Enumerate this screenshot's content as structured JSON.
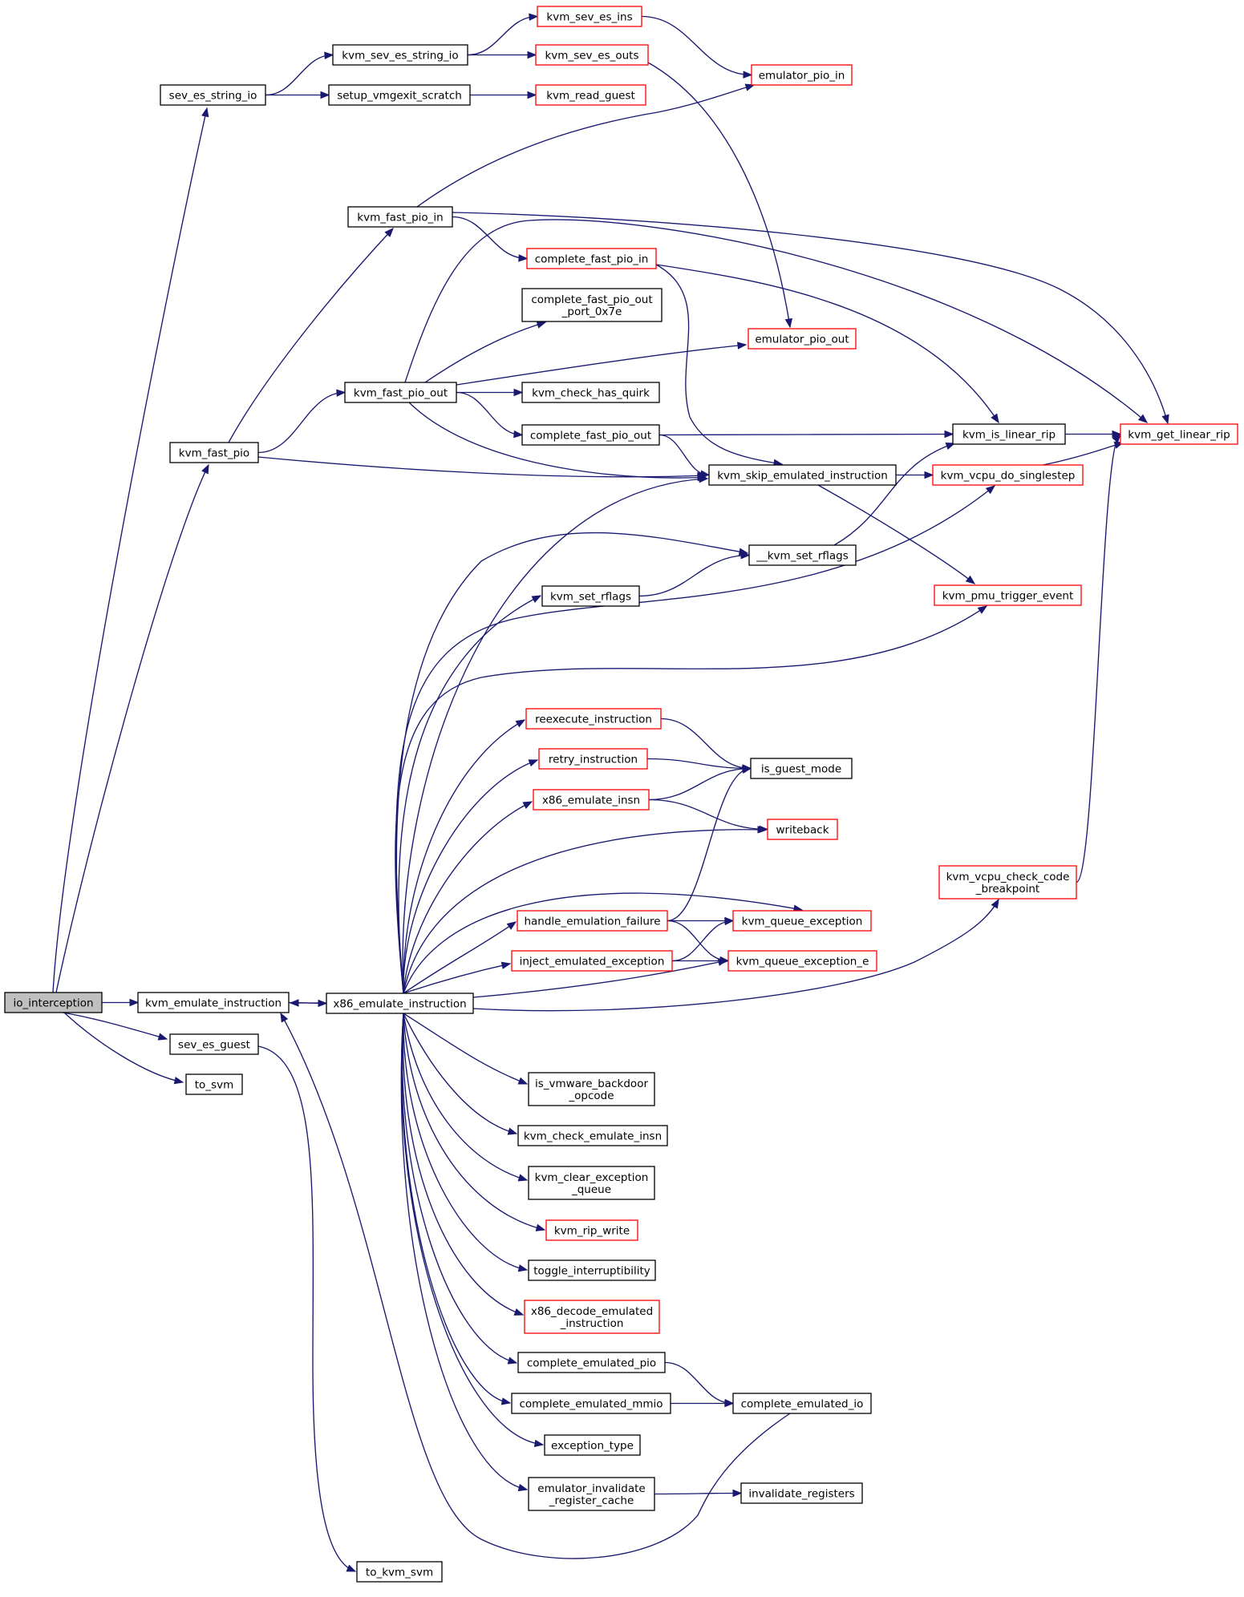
{
  "graph": {
    "colors": {
      "edge": "#191970",
      "link_border": "#000000",
      "undocumented_border": "#ff0000",
      "root_fill": "#bfbfbf"
    },
    "nodes": [
      {
        "id": "io_interception",
        "lines": [
          "io_interception"
        ],
        "style": "root"
      },
      {
        "id": "sev_es_string_io",
        "lines": [
          "sev_es_string_io"
        ],
        "style": "normal"
      },
      {
        "id": "kvm_fast_pio",
        "lines": [
          "kvm_fast_pio"
        ],
        "style": "normal"
      },
      {
        "id": "kvm_emulate_instruction",
        "lines": [
          "kvm_emulate_instruction"
        ],
        "style": "normal"
      },
      {
        "id": "sev_es_guest",
        "lines": [
          "sev_es_guest"
        ],
        "style": "normal"
      },
      {
        "id": "to_svm",
        "lines": [
          "to_svm"
        ],
        "style": "normal"
      },
      {
        "id": "kvm_sev_es_string_io",
        "lines": [
          "kvm_sev_es_string_io"
        ],
        "style": "normal"
      },
      {
        "id": "setup_vmgexit_scratch",
        "lines": [
          "setup_vmgexit_scratch"
        ],
        "style": "normal"
      },
      {
        "id": "kvm_sev_es_ins",
        "lines": [
          "kvm_sev_es_ins"
        ],
        "style": "red"
      },
      {
        "id": "kvm_sev_es_outs",
        "lines": [
          "kvm_sev_es_outs"
        ],
        "style": "red"
      },
      {
        "id": "kvm_read_guest",
        "lines": [
          "kvm_read_guest"
        ],
        "style": "red"
      },
      {
        "id": "emulator_pio_in",
        "lines": [
          "emulator_pio_in"
        ],
        "style": "red"
      },
      {
        "id": "kvm_fast_pio_in",
        "lines": [
          "kvm_fast_pio_in"
        ],
        "style": "normal"
      },
      {
        "id": "kvm_fast_pio_out",
        "lines": [
          "kvm_fast_pio_out"
        ],
        "style": "normal"
      },
      {
        "id": "complete_fast_pio_in",
        "lines": [
          "complete_fast_pio_in"
        ],
        "style": "red"
      },
      {
        "id": "complete_fast_pio_out_port_0x7e",
        "lines": [
          "complete_fast_pio_out",
          "_port_0x7e"
        ],
        "style": "normal"
      },
      {
        "id": "emulator_pio_out",
        "lines": [
          "emulator_pio_out"
        ],
        "style": "red"
      },
      {
        "id": "kvm_check_has_quirk",
        "lines": [
          "kvm_check_has_quirk"
        ],
        "style": "normal"
      },
      {
        "id": "complete_fast_pio_out",
        "lines": [
          "complete_fast_pio_out"
        ],
        "style": "normal"
      },
      {
        "id": "kvm_skip_emulated_instruction",
        "lines": [
          "kvm_skip_emulated_instruction"
        ],
        "style": "normal"
      },
      {
        "id": "kvm_is_linear_rip",
        "lines": [
          "kvm_is_linear_rip"
        ],
        "style": "normal"
      },
      {
        "id": "kvm_get_linear_rip",
        "lines": [
          "kvm_get_linear_rip"
        ],
        "style": "red"
      },
      {
        "id": "kvm_vcpu_do_singlestep",
        "lines": [
          "kvm_vcpu_do_singlestep"
        ],
        "style": "red"
      },
      {
        "id": "__kvm_set_rflags",
        "lines": [
          "__kvm_set_rflags"
        ],
        "style": "normal"
      },
      {
        "id": "kvm_set_rflags",
        "lines": [
          "kvm_set_rflags"
        ],
        "style": "normal"
      },
      {
        "id": "kvm_pmu_trigger_event",
        "lines": [
          "kvm_pmu_trigger_event"
        ],
        "style": "red"
      },
      {
        "id": "reexecute_instruction",
        "lines": [
          "reexecute_instruction"
        ],
        "style": "red"
      },
      {
        "id": "retry_instruction",
        "lines": [
          "retry_instruction"
        ],
        "style": "red"
      },
      {
        "id": "x86_emulate_insn",
        "lines": [
          "x86_emulate_insn"
        ],
        "style": "red"
      },
      {
        "id": "is_guest_mode",
        "lines": [
          "is_guest_mode"
        ],
        "style": "normal"
      },
      {
        "id": "writeback",
        "lines": [
          "writeback"
        ],
        "style": "red"
      },
      {
        "id": "kvm_vcpu_check_code_breakpoint",
        "lines": [
          "kvm_vcpu_check_code",
          "_breakpoint"
        ],
        "style": "red"
      },
      {
        "id": "handle_emulation_failure",
        "lines": [
          "handle_emulation_failure"
        ],
        "style": "red"
      },
      {
        "id": "kvm_queue_exception",
        "lines": [
          "kvm_queue_exception"
        ],
        "style": "red"
      },
      {
        "id": "inject_emulated_exception",
        "lines": [
          "inject_emulated_exception"
        ],
        "style": "red"
      },
      {
        "id": "kvm_queue_exception_e",
        "lines": [
          "kvm_queue_exception_e"
        ],
        "style": "red"
      },
      {
        "id": "x86_emulate_instruction",
        "lines": [
          "x86_emulate_instruction"
        ],
        "style": "normal"
      },
      {
        "id": "is_vmware_backdoor_opcode",
        "lines": [
          "is_vmware_backdoor",
          "_opcode"
        ],
        "style": "normal"
      },
      {
        "id": "kvm_check_emulate_insn",
        "lines": [
          "kvm_check_emulate_insn"
        ],
        "style": "normal"
      },
      {
        "id": "kvm_clear_exception_queue",
        "lines": [
          "kvm_clear_exception",
          "_queue"
        ],
        "style": "normal"
      },
      {
        "id": "kvm_rip_write",
        "lines": [
          "kvm_rip_write"
        ],
        "style": "red"
      },
      {
        "id": "toggle_interruptibility",
        "lines": [
          "toggle_interruptibility"
        ],
        "style": "normal"
      },
      {
        "id": "x86_decode_emulated_instruction",
        "lines": [
          "x86_decode_emulated",
          "_instruction"
        ],
        "style": "red"
      },
      {
        "id": "complete_emulated_pio",
        "lines": [
          "complete_emulated_pio"
        ],
        "style": "normal"
      },
      {
        "id": "complete_emulated_mmio",
        "lines": [
          "complete_emulated_mmio"
        ],
        "style": "normal"
      },
      {
        "id": "complete_emulated_io",
        "lines": [
          "complete_emulated_io"
        ],
        "style": "normal"
      },
      {
        "id": "exception_type",
        "lines": [
          "exception_type"
        ],
        "style": "normal"
      },
      {
        "id": "emulator_invalidate_register_cache",
        "lines": [
          "emulator_invalidate",
          "_register_cache"
        ],
        "style": "normal"
      },
      {
        "id": "invalidate_registers",
        "lines": [
          "invalidate_registers"
        ],
        "style": "normal"
      },
      {
        "id": "to_kvm_svm",
        "lines": [
          "to_kvm_svm"
        ],
        "style": "normal"
      }
    ],
    "edges": [
      [
        "io_interception",
        "sev_es_string_io"
      ],
      [
        "io_interception",
        "kvm_fast_pio"
      ],
      [
        "io_interception",
        "kvm_emulate_instruction"
      ],
      [
        "io_interception",
        "sev_es_guest"
      ],
      [
        "io_interception",
        "to_svm"
      ],
      [
        "sev_es_string_io",
        "kvm_sev_es_string_io"
      ],
      [
        "sev_es_string_io",
        "setup_vmgexit_scratch"
      ],
      [
        "kvm_sev_es_string_io",
        "kvm_sev_es_ins"
      ],
      [
        "kvm_sev_es_string_io",
        "kvm_sev_es_outs"
      ],
      [
        "kvm_sev_es_ins",
        "emulator_pio_in"
      ],
      [
        "kvm_sev_es_outs",
        "emulator_pio_out"
      ],
      [
        "setup_vmgexit_scratch",
        "kvm_read_guest"
      ],
      [
        "kvm_fast_pio",
        "kvm_fast_pio_in"
      ],
      [
        "kvm_fast_pio",
        "kvm_fast_pio_out"
      ],
      [
        "kvm_fast_pio",
        "kvm_skip_emulated_instruction"
      ],
      [
        "kvm_fast_pio_in",
        "emulator_pio_in"
      ],
      [
        "kvm_fast_pio_in",
        "complete_fast_pio_in"
      ],
      [
        "kvm_fast_pio_in",
        "kvm_get_linear_rip"
      ],
      [
        "complete_fast_pio_in",
        "kvm_is_linear_rip"
      ],
      [
        "complete_fast_pio_in",
        "kvm_skip_emulated_instruction"
      ],
      [
        "kvm_fast_pio_out",
        "kvm_get_linear_rip"
      ],
      [
        "kvm_fast_pio_out",
        "complete_fast_pio_out_port_0x7e"
      ],
      [
        "kvm_fast_pio_out",
        "emulator_pio_out"
      ],
      [
        "kvm_fast_pio_out",
        "kvm_check_has_quirk"
      ],
      [
        "kvm_fast_pio_out",
        "complete_fast_pio_out"
      ],
      [
        "kvm_fast_pio_out",
        "kvm_skip_emulated_instruction"
      ],
      [
        "complete_fast_pio_out",
        "kvm_is_linear_rip"
      ],
      [
        "complete_fast_pio_out",
        "kvm_skip_emulated_instruction"
      ],
      [
        "kvm_is_linear_rip",
        "kvm_get_linear_rip"
      ],
      [
        "kvm_skip_emulated_instruction",
        "kvm_vcpu_do_singlestep"
      ],
      [
        "kvm_skip_emulated_instruction",
        "kvm_pmu_trigger_event"
      ],
      [
        "kvm_vcpu_do_singlestep",
        "kvm_get_linear_rip"
      ],
      [
        "__kvm_set_rflags",
        "kvm_is_linear_rip"
      ],
      [
        "kvm_set_rflags",
        "__kvm_set_rflags"
      ],
      [
        "reexecute_instruction",
        "is_guest_mode"
      ],
      [
        "retry_instruction",
        "is_guest_mode"
      ],
      [
        "x86_emulate_insn",
        "is_guest_mode"
      ],
      [
        "x86_emulate_insn",
        "writeback"
      ],
      [
        "kvm_vcpu_check_code_breakpoint",
        "kvm_get_linear_rip"
      ],
      [
        "handle_emulation_failure",
        "is_guest_mode"
      ],
      [
        "handle_emulation_failure",
        "kvm_queue_exception"
      ],
      [
        "handle_emulation_failure",
        "kvm_queue_exception_e"
      ],
      [
        "inject_emulated_exception",
        "kvm_queue_exception"
      ],
      [
        "inject_emulated_exception",
        "kvm_queue_exception_e"
      ],
      [
        "kvm_emulate_instruction",
        "x86_emulate_instruction"
      ],
      [
        "x86_emulate_instruction",
        "kvm_emulate_instruction"
      ],
      [
        "x86_emulate_instruction",
        "__kvm_set_rflags"
      ],
      [
        "x86_emulate_instruction",
        "kvm_set_rflags"
      ],
      [
        "x86_emulate_instruction",
        "kvm_vcpu_do_singlestep"
      ],
      [
        "x86_emulate_instruction",
        "kvm_pmu_trigger_event"
      ],
      [
        "x86_emulate_instruction",
        "reexecute_instruction"
      ],
      [
        "x86_emulate_instruction",
        "retry_instruction"
      ],
      [
        "x86_emulate_instruction",
        "x86_emulate_insn"
      ],
      [
        "x86_emulate_instruction",
        "writeback"
      ],
      [
        "x86_emulate_instruction",
        "kvm_vcpu_check_code_breakpoint"
      ],
      [
        "x86_emulate_instruction",
        "handle_emulation_failure"
      ],
      [
        "x86_emulate_instruction",
        "kvm_queue_exception"
      ],
      [
        "x86_emulate_instruction",
        "inject_emulated_exception"
      ],
      [
        "x86_emulate_instruction",
        "kvm_queue_exception_e"
      ],
      [
        "x86_emulate_instruction",
        "is_vmware_backdoor_opcode"
      ],
      [
        "x86_emulate_instruction",
        "kvm_check_emulate_insn"
      ],
      [
        "x86_emulate_instruction",
        "kvm_clear_exception_queue"
      ],
      [
        "x86_emulate_instruction",
        "kvm_rip_write"
      ],
      [
        "x86_emulate_instruction",
        "toggle_interruptibility"
      ],
      [
        "x86_emulate_instruction",
        "x86_decode_emulated_instruction"
      ],
      [
        "x86_emulate_instruction",
        "complete_emulated_pio"
      ],
      [
        "x86_emulate_instruction",
        "complete_emulated_mmio"
      ],
      [
        "x86_emulate_instruction",
        "exception_type"
      ],
      [
        "x86_emulate_instruction",
        "emulator_invalidate_register_cache"
      ],
      [
        "x86_emulate_instruction",
        "kvm_skip_emulated_instruction"
      ],
      [
        "complete_emulated_pio",
        "complete_emulated_io"
      ],
      [
        "complete_emulated_mmio",
        "complete_emulated_io"
      ],
      [
        "complete_emulated_io",
        "kvm_emulate_instruction"
      ],
      [
        "emulator_invalidate_register_cache",
        "invalidate_registers"
      ],
      [
        "sev_es_guest",
        "to_kvm_svm"
      ]
    ]
  }
}
